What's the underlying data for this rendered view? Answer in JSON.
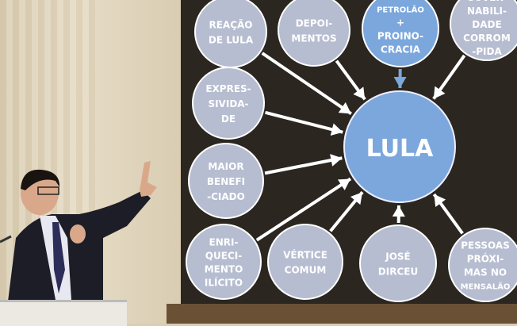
{
  "slide": {
    "center": "LULA",
    "nodes": [
      {
        "id": "reacao",
        "lines": [
          "REAÇÃO",
          "DE LULA"
        ],
        "fill": "#b6bdd0"
      },
      {
        "id": "depoimentos",
        "lines": [
          "DEPOI-",
          "MENTOS"
        ],
        "fill": "#b6bdd0"
      },
      {
        "id": "petrolao",
        "lines": [
          "PETROLÃO",
          "+",
          "PROINO-",
          "CRACIA"
        ],
        "fill": "#7ba7dc"
      },
      {
        "id": "governabilidade",
        "lines": [
          "GOVER-",
          "NABILI-",
          "DADE",
          "CORROM",
          "-PIDA"
        ],
        "fill": "#b6bdd0"
      },
      {
        "id": "expressividade",
        "lines": [
          "EXPRES-",
          "SIVIDA-",
          "DE"
        ],
        "fill": "#b6bdd0"
      },
      {
        "id": "maior",
        "lines": [
          "MAIOR",
          "BENEFI",
          "-CIADO"
        ],
        "fill": "#b6bdd0"
      },
      {
        "id": "enriquecimento",
        "lines": [
          "ENRI-",
          "QUECI-",
          "MENTO",
          "ILÍCITO"
        ],
        "fill": "#b6bdd0"
      },
      {
        "id": "vertice",
        "lines": [
          "VÉRTICE",
          "COMUM"
        ],
        "fill": "#b6bdd0"
      },
      {
        "id": "dirceu",
        "lines": [
          "JOSÉ",
          "DIRCEU"
        ],
        "fill": "#b6bdd0"
      },
      {
        "id": "pessoas",
        "lines": [
          "PESSOAS",
          "PRÓXI-",
          "MAS NO",
          "MENSALÃO"
        ],
        "fill": "#b6bdd0"
      }
    ],
    "colors": {
      "background": "#2b2620",
      "center": "#7ba7dc",
      "arrow": "#ffffff"
    }
  }
}
